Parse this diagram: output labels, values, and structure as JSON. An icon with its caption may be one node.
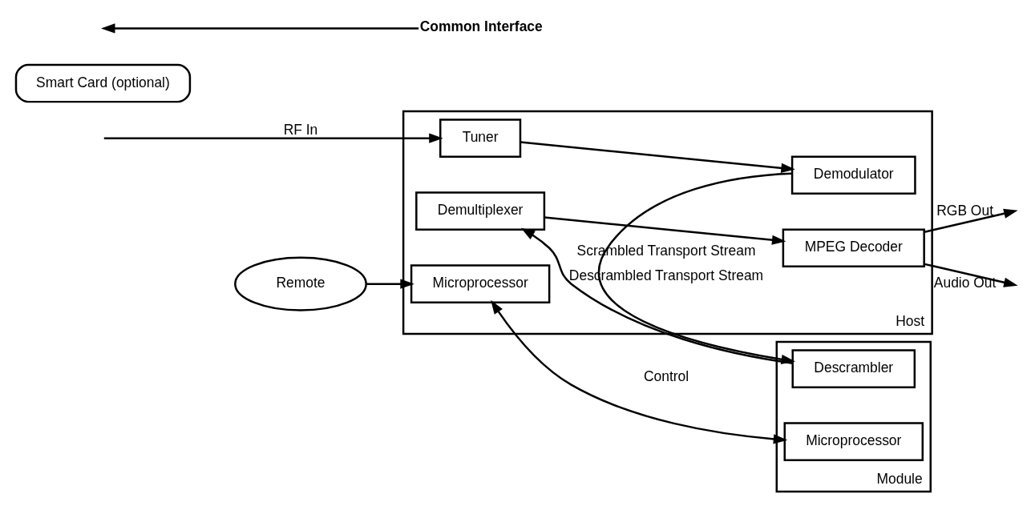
{
  "diagram": {
    "nodes": [
      {
        "text": [
          "Host"
        ]
      },
      {
        "text": [
          "Tuner"
        ],
        "in": 0
      },
      {
        "text": [
          "Demodulator"
        ],
        "in": 0
      },
      {
        "text": [
          "MPEG Decoder"
        ],
        "in": 0
      },
      {
        "text": [
          "Microprocessor"
        ],
        "in": 0
      },
      {
        "text": [
          "Demultiplexer"
        ],
        "in": 0
      },
      {
        "text": [
          "Remote"
        ]
      },
      {
        "text": [
          "Module"
        ]
      },
      {
        "text": [
          "Microprocessor"
        ],
        "in": 7
      },
      {
        "text": [
          "Descrambler"
        ],
        "in": 7
      },
      {
        "text": [
          "Smart Card (optional)"
        ]
      },
      {
        "text": [
          "Common Interface"
        ]
      }
    ],
    "edges": [
      {
        "from": null,
        "to": 1,
        "arrow": "to",
        "label": "RF In"
      },
      {
        "from": 1,
        "to": 2,
        "arrow": "to"
      },
      {
        "from": 3,
        "to": null,
        "arrow": "to",
        "label": "RGB Out"
      },
      {
        "from": 3,
        "to": null,
        "arrow": "to",
        "label": "Audio Out"
      },
      {
        "from": 6,
        "to": 4,
        "arrow": "to"
      },
      {
        "from": 5,
        "to": 3,
        "arrow": "to"
      },
      {
        "from": 4,
        "to": 8,
        "arrow": "both",
        "label": "Control"
      },
      {
        "from": 2,
        "to": 9,
        "arrow": "to",
        "label": "Scrambled Transport Stream"
      },
      {
        "from": 9,
        "to": 5,
        "arrow": "to",
        "label": "Descrambled Transport Stream"
      },
      {
        "from": 11,
        "to": null,
        "arrow": "to"
      }
    ]
  }
}
